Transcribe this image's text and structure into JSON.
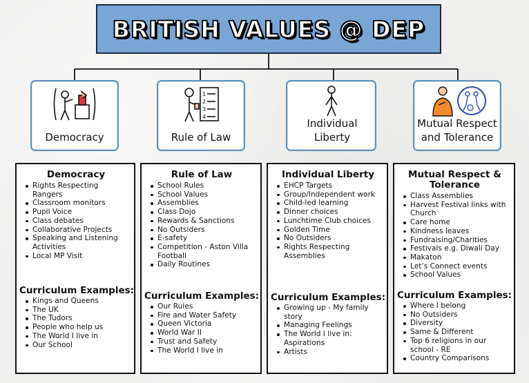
{
  "title": "BRITISH VALUES @ DEP",
  "cards": [
    {
      "label": "Democracy",
      "icon": "voting-box-icon"
    },
    {
      "label": "Rule of Law",
      "icon": "rules-list-icon"
    },
    {
      "label": "Individual Liberty",
      "icon": "person-icon"
    },
    {
      "label": "Mutual Respect and Tolerance",
      "icon": "people-respect-icon"
    }
  ],
  "columns": [
    {
      "title": "Democracy",
      "items": [
        "Rights Respecting Rangers",
        "Classroom monitors",
        "Pupil Voice",
        "Class debates",
        "Collaborative Projects",
        "Speaking and Listening Activities",
        "Local MP Visit"
      ],
      "curriculum_title": "Curriculum Examples:",
      "curriculum": [
        "Kings and Queens",
        "The UK",
        "The Tudors",
        "People who help us",
        "The World I live in",
        "Our School"
      ]
    },
    {
      "title": "Rule of Law",
      "items": [
        "School Rules",
        "School Values",
        "Assemblies",
        "Class Dojo",
        "Rewards & Sanctions",
        "No Outsiders",
        "E-safety",
        "Competition - Aston Villa Football",
        "Daily Routines"
      ],
      "curriculum_title": "Curriculum Examples:",
      "curriculum": [
        "Our Rules",
        "Fire and Water Safety",
        "Queen Victoria",
        "World War II",
        "Trust and Safety",
        "The World I live in"
      ]
    },
    {
      "title": "Individual Liberty",
      "items": [
        "EHCP Targets",
        "Group/Independent work",
        "Child-led learning",
        "Dinner choices",
        "Lunchtime Club choices",
        "Golden Time",
        "No Outsiders",
        "Rights Respecting Assemblies"
      ],
      "curriculum_title": "Curriculum Examples:",
      "curriculum": [
        "Growing up - My family story",
        "Managing Feelings",
        "The World I live in: Aspirations",
        "Artists"
      ]
    },
    {
      "title": "Mutual Respect & Tolerance",
      "items": [
        "Class Assemblies",
        "Harvest Festival links with Church",
        "Care home",
        "Kindness leaves",
        "Fundraising/Charities",
        "Festivals e.g. Diwali Day",
        "Makaton",
        "Let’s Connect events",
        "School Values"
      ],
      "curriculum_title": "Curriculum Examples:",
      "curriculum": [
        "Where I belong",
        "No Outsiders",
        "Diversity",
        "Same & Different",
        "Top 6 religions in our school - RE",
        "Country Comparisons"
      ]
    }
  ]
}
